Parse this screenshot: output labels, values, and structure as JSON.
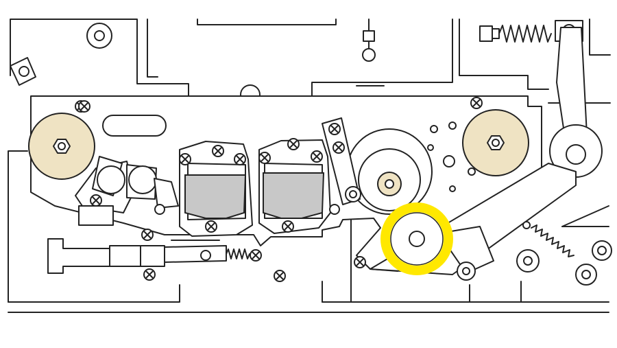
{
  "diagram": {
    "kind": "tape-transport-mechanism-line-drawing",
    "colors": {
      "background": "#ffffff",
      "line": "#222222",
      "roller_fill": "#efe3c3",
      "head_fill": "#c8c8c8",
      "pinch_roller_highlight": "#ffe800"
    },
    "parts": [
      {
        "id": "supply-guide-roller",
        "icon": "roller"
      },
      {
        "id": "takeup-guide-roller",
        "icon": "roller"
      },
      {
        "id": "capstan-hub",
        "icon": "roller"
      },
      {
        "id": "erase-head",
        "icon": "magnetic-head"
      },
      {
        "id": "record-play-head",
        "icon": "magnetic-head"
      },
      {
        "id": "pinch-roller",
        "icon": "highlighted-roller"
      },
      {
        "id": "tension-spring",
        "icon": "spring"
      },
      {
        "id": "pressure-arm",
        "icon": "lever"
      }
    ]
  }
}
